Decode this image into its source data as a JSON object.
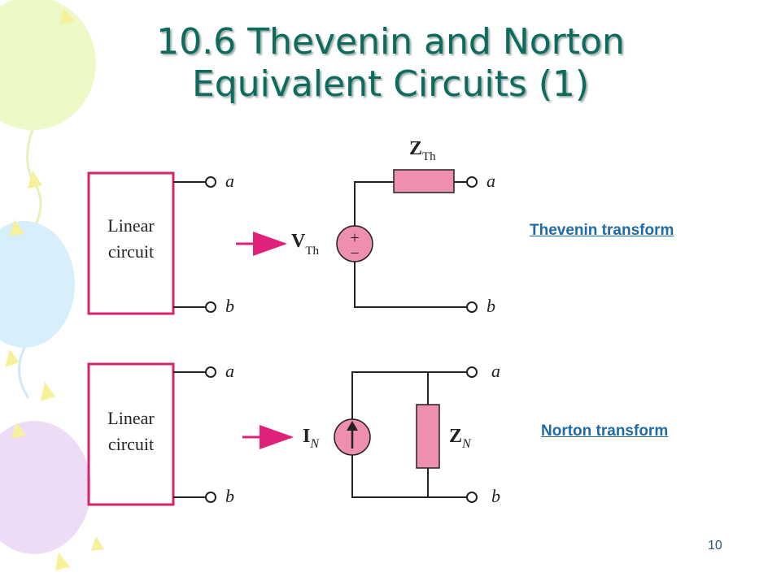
{
  "slide": {
    "title_line1": "10.6 Thevenin and Norton",
    "title_line2": "Equivalent Circuits (1)",
    "page_number": "10"
  },
  "links": {
    "thevenin": "Thevenin transform",
    "norton": "Norton transform"
  },
  "diagram": {
    "block_line1": "Linear",
    "block_line2": "circuit",
    "terminal_a": "a",
    "terminal_b": "b",
    "thevenin_impedance": "Z",
    "thevenin_impedance_sub": "Th",
    "thevenin_source": "V",
    "thevenin_source_sub": "Th",
    "norton_impedance": "Z",
    "norton_impedance_sub": "N",
    "norton_source": "I",
    "norton_source_sub": "N",
    "plus_sign": "+",
    "minus_sign": "−"
  },
  "colors": {
    "title": "#0d6b5e",
    "link": "#1f6aa5",
    "block_border": "#d6246a",
    "arrow": "#e0217a",
    "component_fill": "#ef8fb0",
    "wire": "#222222"
  }
}
